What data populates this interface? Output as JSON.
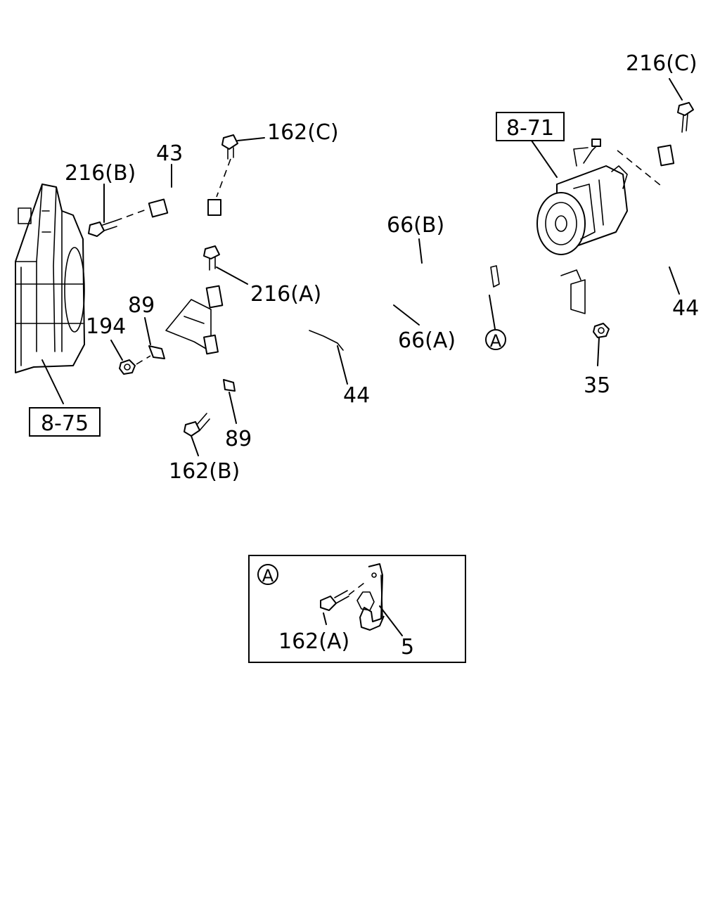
{
  "callouts": {
    "c216c": "216(C)",
    "ref871": "8-71",
    "c162c": "162(C)",
    "c43": "43",
    "c216b": "216(B)",
    "c66b": "66(B)",
    "c216a": "216(A)",
    "c89a": "89",
    "c194": "194",
    "c66a": "66(A)",
    "circleA": "A",
    "c44a": "44",
    "c44b": "44",
    "c35": "35",
    "ref875": "8-75",
    "c89b": "89",
    "c162b": "162(B)"
  },
  "detail": {
    "circleA": "A",
    "c162a": "162(A)",
    "c5": "5"
  }
}
